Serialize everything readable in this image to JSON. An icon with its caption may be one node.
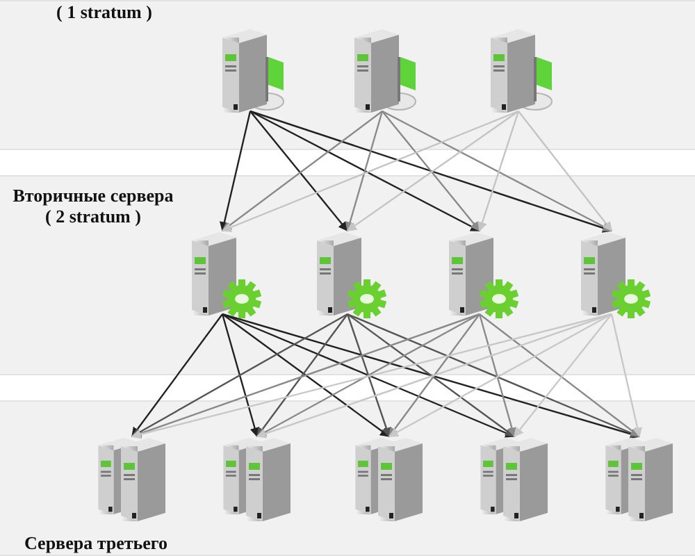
{
  "diagram": {
    "nodes": [
      {
        "text": [
          "( 1 stratum )"
        ]
      },
      {
        "text": [],
        "shape": "picture",
        "in": 0
      },
      {
        "text": [],
        "shape": "picture",
        "in": 0
      },
      {
        "text": [],
        "shape": "picture",
        "in": 0
      },
      {
        "text": [
          "Вторичные сервера ( 2 stratum )"
        ]
      },
      {
        "text": [],
        "shape": "picture",
        "in": 4
      },
      {
        "text": [],
        "shape": "picture",
        "in": 4
      },
      {
        "text": [],
        "shape": "picture",
        "in": 4
      },
      {
        "text": [],
        "shape": "picture",
        "in": 4
      },
      {
        "text": [
          "Сервера третьего"
        ]
      },
      {
        "text": [],
        "shape": "picture",
        "in": 9
      },
      {
        "text": [],
        "shape": "picture",
        "in": 9
      },
      {
        "text": [],
        "shape": "picture",
        "in": 9
      },
      {
        "text": [],
        "shape": "picture",
        "in": 9
      },
      {
        "text": [],
        "shape": "picture",
        "in": 9
      }
    ],
    "edges": [
      {
        "from": 1,
        "to": 5,
        "arrow": "to",
        "color": "#222222"
      },
      {
        "from": 1,
        "to": 6,
        "arrow": "to",
        "color": "#222222"
      },
      {
        "from": 1,
        "to": 7,
        "arrow": "to",
        "color": "#222222"
      },
      {
        "from": 1,
        "to": 8,
        "arrow": "to",
        "color": "#222222"
      },
      {
        "from": 2,
        "to": 5,
        "arrow": "to",
        "color": "#8a8a8a"
      },
      {
        "from": 2,
        "to": 6,
        "arrow": "to",
        "color": "#8a8a8a"
      },
      {
        "from": 2,
        "to": 7,
        "arrow": "to",
        "color": "#8a8a8a"
      },
      {
        "from": 2,
        "to": 8,
        "arrow": "to",
        "color": "#8a8a8a"
      },
      {
        "from": 3,
        "to": 5,
        "arrow": "to",
        "color": "#c4c4c4"
      },
      {
        "from": 3,
        "to": 6,
        "arrow": "to",
        "color": "#c4c4c4"
      },
      {
        "from": 3,
        "to": 7,
        "arrow": "to",
        "color": "#c4c4c4"
      },
      {
        "from": 3,
        "to": 8,
        "arrow": "to",
        "color": "#c4c4c4"
      },
      {
        "from": 5,
        "to": 10,
        "arrow": "to",
        "color": "#222222"
      },
      {
        "from": 5,
        "to": 11,
        "arrow": "to",
        "color": "#222222"
      },
      {
        "from": 5,
        "to": 12,
        "arrow": "to",
        "color": "#222222"
      },
      {
        "from": 5,
        "to": 13,
        "arrow": "to",
        "color": "#222222"
      },
      {
        "from": 5,
        "to": 14,
        "arrow": "to",
        "color": "#222222"
      },
      {
        "from": 6,
        "to": 10,
        "arrow": "to",
        "color": "#555555"
      },
      {
        "from": 6,
        "to": 11,
        "arrow": "to",
        "color": "#555555"
      },
      {
        "from": 6,
        "to": 12,
        "arrow": "to",
        "color": "#555555"
      },
      {
        "from": 6,
        "to": 13,
        "arrow": "to",
        "color": "#555555"
      },
      {
        "from": 6,
        "to": 14,
        "arrow": "to",
        "color": "#555555"
      },
      {
        "from": 7,
        "to": 10,
        "arrow": "to",
        "color": "#8a8a8a"
      },
      {
        "from": 7,
        "to": 11,
        "arrow": "to",
        "color": "#8a8a8a"
      },
      {
        "from": 7,
        "to": 12,
        "arrow": "to",
        "color": "#8a8a8a"
      },
      {
        "from": 7,
        "to": 13,
        "arrow": "to",
        "color": "#8a8a8a"
      },
      {
        "from": 7,
        "to": 14,
        "arrow": "to",
        "color": "#8a8a8a"
      },
      {
        "from": 8,
        "to": 10,
        "arrow": "to",
        "color": "#c8c8c8"
      },
      {
        "from": 8,
        "to": 11,
        "arrow": "to",
        "color": "#c8c8c8"
      },
      {
        "from": 8,
        "to": 12,
        "arrow": "to",
        "color": "#c8c8c8"
      },
      {
        "from": 8,
        "to": 13,
        "arrow": "to",
        "color": "#c8c8c8"
      },
      {
        "from": 8,
        "to": 14,
        "arrow": "to",
        "color": "#c8c8c8"
      }
    ]
  }
}
